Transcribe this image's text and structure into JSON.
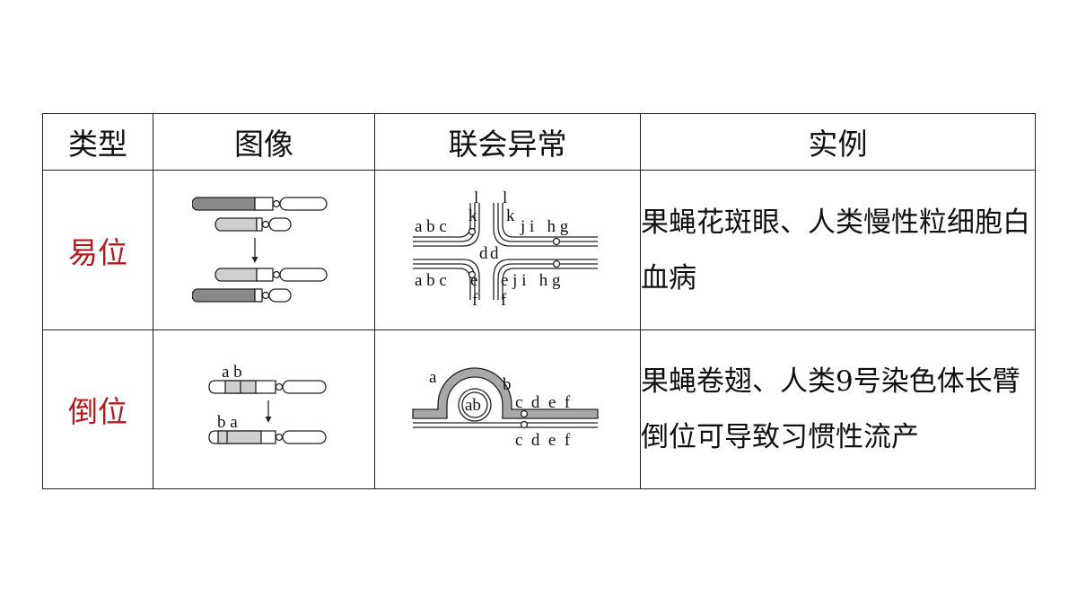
{
  "headers": [
    "类型",
    "图像",
    "联会异常",
    "实例"
  ],
  "rows": [
    {
      "type": "易位",
      "example": "果蝇花斑眼、人类慢性粒细胞白血病",
      "synapsis_labels": {
        "top_left": "a b c",
        "top_right": "j i   h g",
        "bottom_left": "a b c",
        "bottom_right": "e j i   h g",
        "l1": "l",
        "l2": "l",
        "k1": "k",
        "k2": "k",
        "d1": "d",
        "d2": "d",
        "e1": "e",
        "f1": "f",
        "f2": "f"
      }
    },
    {
      "type": "倒位",
      "example": "果蝇卷翅、人类9号染色体长臂倒位可导致习惯性流产",
      "image_labels": {
        "top": "a b",
        "bottom": "b a"
      },
      "synapsis_labels": {
        "a": "a",
        "b": "b",
        "loop": "ab",
        "right_top": "c  d  e  f",
        "right_bottom": "c  d  e  f"
      }
    }
  ],
  "colors": {
    "type_text": "#b01c1c",
    "chrom_dark": "#8a8a8a",
    "chrom_light": "#cfcfcf"
  }
}
